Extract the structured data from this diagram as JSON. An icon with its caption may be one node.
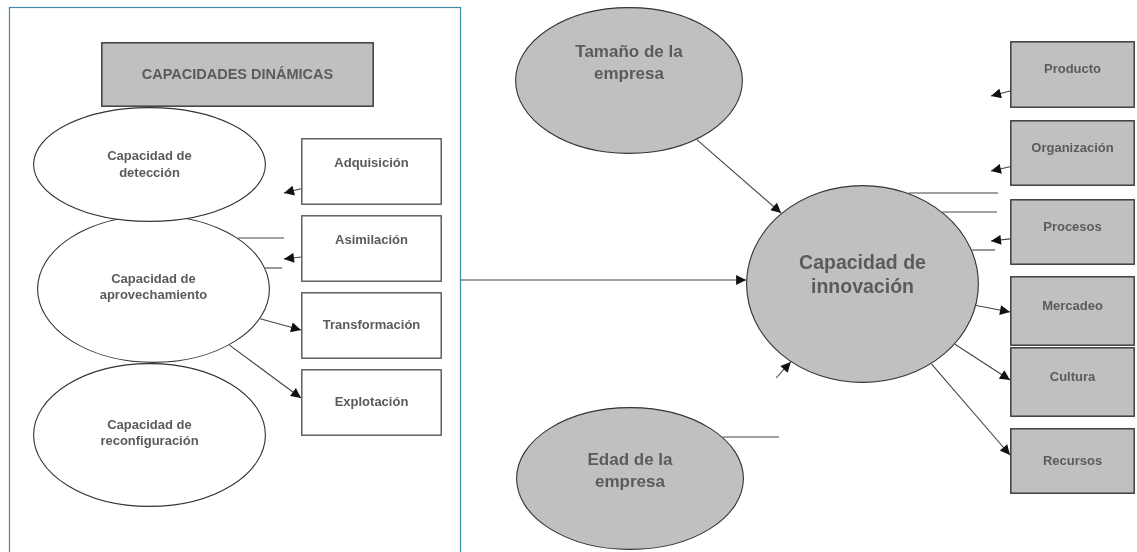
{
  "diagram": {
    "nodes": [
      {
        "text": [],
        "shape": "box"
      },
      {
        "text": [
          "CAPACIDADES DINÁMICAS"
        ],
        "in": 0
      },
      {
        "text": [
          "Capacidad de detección"
        ],
        "in": 0
      },
      {
        "text": [
          "Capacidad de aprovechamiento"
        ],
        "in": 0
      },
      {
        "text": [
          "Capacidad de reconfiguración"
        ],
        "in": 0
      },
      {
        "text": [
          "Adquisición"
        ],
        "in": 0
      },
      {
        "text": [
          "Asimilación"
        ],
        "in": 0
      },
      {
        "text": [
          "Transformación"
        ],
        "in": 0
      },
      {
        "text": [
          "Explotación"
        ],
        "in": 0
      },
      {
        "text": [
          "Tamaño de la empresa"
        ]
      },
      {
        "text": [
          "Capacidad de innovación"
        ]
      },
      {
        "text": [
          "Edad de la empresa"
        ]
      },
      {
        "text": [
          "Producto"
        ]
      },
      {
        "text": [
          "Organización"
        ]
      },
      {
        "text": [
          "Procesos"
        ]
      },
      {
        "text": [
          "Mercadeo"
        ]
      },
      {
        "text": [
          "Cultura"
        ]
      },
      {
        "text": [
          "Recursos"
        ]
      }
    ],
    "edges": [
      {
        "from": 3,
        "to": 7,
        "arrow": "to"
      },
      {
        "from": 3,
        "to": 8,
        "arrow": "to"
      },
      {
        "from": 5,
        "to": null,
        "arrow": "to"
      },
      {
        "from": 6,
        "to": null,
        "arrow": "to"
      },
      {
        "from": 3,
        "to": null,
        "arrow": "none"
      },
      {
        "from": 3,
        "to": null,
        "arrow": "none"
      },
      {
        "from": 0,
        "to": 10,
        "arrow": "to"
      },
      {
        "from": 9,
        "to": 10,
        "arrow": "to"
      },
      {
        "from": 12,
        "to": null,
        "arrow": "to"
      },
      {
        "from": 13,
        "to": null,
        "arrow": "to"
      },
      {
        "from": 14,
        "to": null,
        "arrow": "to"
      },
      {
        "from": 10,
        "to": null,
        "arrow": "none"
      },
      {
        "from": 10,
        "to": null,
        "arrow": "none"
      },
      {
        "from": 10,
        "to": null,
        "arrow": "none"
      },
      {
        "from": 10,
        "to": 15,
        "arrow": "to"
      },
      {
        "from": 10,
        "to": 16,
        "arrow": "to"
      },
      {
        "from": 10,
        "to": 17,
        "arrow": "to"
      },
      {
        "from": null,
        "to": 10,
        "arrow": "to"
      },
      {
        "from": 11,
        "to": null,
        "arrow": "none"
      }
    ]
  }
}
